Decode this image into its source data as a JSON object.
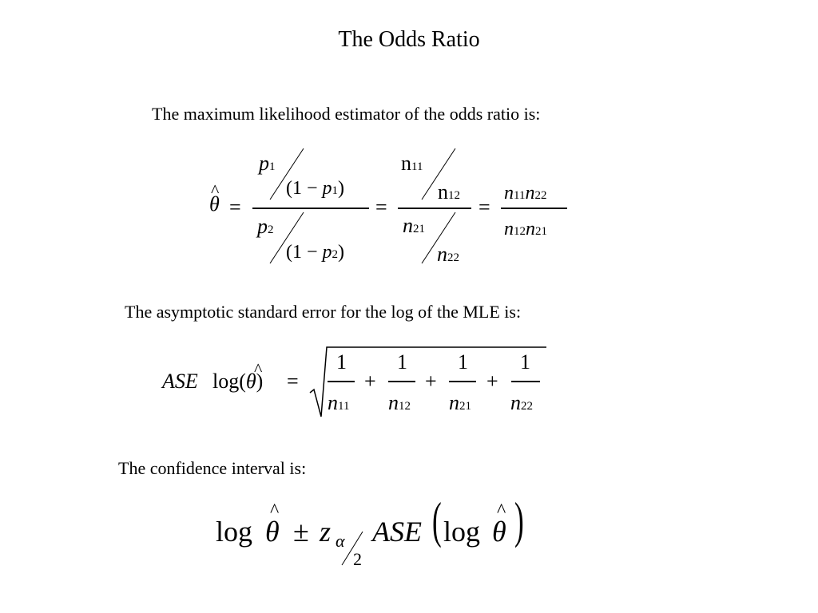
{
  "title": "The Odds Ratio",
  "texts": {
    "mle_intro": "The maximum likelihood estimator of the odds ratio is:",
    "ase_intro": "The asymptotic standard error for the log of the MLE is:",
    "ci_intro": "The confidence interval is:"
  },
  "eq1": {
    "theta": "θ",
    "hat": "^",
    "equals": "=",
    "p": "p",
    "n_upright": "n",
    "n": "n",
    "one_minus": "(1 −",
    "close_paren": ")",
    "i1": "1",
    "i2": "2",
    "i11": "11",
    "i12": "12",
    "i21": "21",
    "i22": "22"
  },
  "eq2": {
    "ase": "ASE",
    "log_open": "log(",
    "close": ")",
    "equals": "=",
    "theta": "θ",
    "hat": "^",
    "one": "1",
    "plus": "+",
    "n": "n",
    "i11": "11",
    "i12": "12",
    "i21": "21",
    "i22": "22"
  },
  "eq3": {
    "log": "log",
    "theta": "θ",
    "hat": "^",
    "pm": "±",
    "z": "z",
    "alpha": "α",
    "two": "2",
    "ase": "ASE",
    "lparen": "(",
    "rparen": ")"
  }
}
